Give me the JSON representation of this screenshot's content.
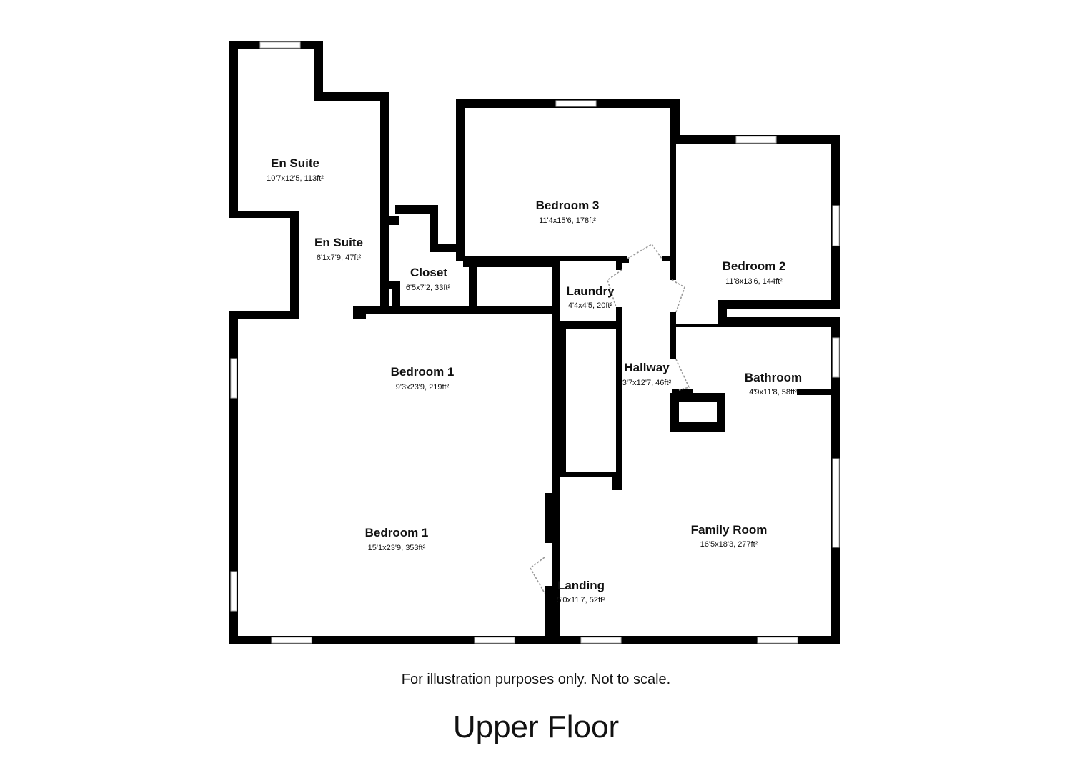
{
  "rooms": {
    "en_suite_upper": {
      "name": "En Suite",
      "dims": "10'7x12'5, 113ft²"
    },
    "en_suite_lower": {
      "name": "En Suite",
      "dims": "6'1x7'9, 47ft²"
    },
    "closet": {
      "name": "Closet",
      "dims": "6'5x7'2, 33ft²"
    },
    "bedroom3": {
      "name": "Bedroom 3",
      "dims": "11'4x15'6, 178ft²"
    },
    "bedroom2": {
      "name": "Bedroom 2",
      "dims": "11'8x13'6, 144ft²"
    },
    "laundry": {
      "name": "Laundry",
      "dims": "4'4x4'5, 20ft²"
    },
    "bedroom1_upper": {
      "name": "Bedroom 1",
      "dims": "9'3x23'9, 219ft²"
    },
    "hallway": {
      "name": "Hallway",
      "dims": "3'7x12'7, 46ft²"
    },
    "bathroom": {
      "name": "Bathroom",
      "dims": "4'9x11'8, 58ft²"
    },
    "bedroom1_lower": {
      "name": "Bedroom 1",
      "dims": "15'1x23'9, 353ft²"
    },
    "family_room": {
      "name": "Family Room",
      "dims": "16'5x18'3, 277ft²"
    },
    "landing": {
      "name": "Landing",
      "dims": "5'0x11'7, 52ft²"
    }
  },
  "disclaimer": "For illustration purposes only. Not to scale.",
  "floor_title": "Upper Floor",
  "colors": {
    "wall": "#000000",
    "window": "#ffffff",
    "door_line": "#999999"
  }
}
